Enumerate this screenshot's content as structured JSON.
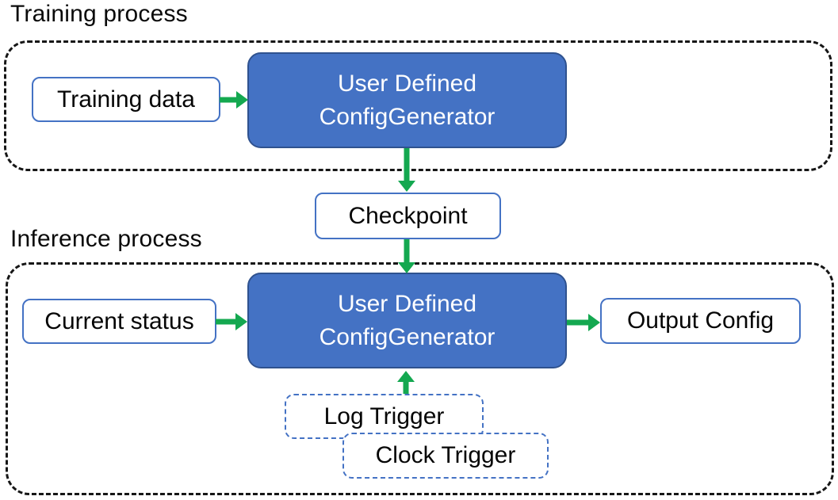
{
  "sections": {
    "training": {
      "label": "Training process"
    },
    "inference": {
      "label": "Inference process"
    }
  },
  "nodes": {
    "training_data": "Training data",
    "training_generator": {
      "line1": "User Defined",
      "line2": "ConfigGenerator"
    },
    "checkpoint": "Checkpoint",
    "current_status": "Current status",
    "inference_generator": {
      "line1": "User Defined",
      "line2": "ConfigGenerator"
    },
    "output_config": "Output Config",
    "log_trigger": "Log Trigger",
    "clock_trigger": "Clock Trigger"
  },
  "colors": {
    "node_fill": "#4472C4",
    "node_border": "#2F528F",
    "light_box_border": "#4472C4",
    "arrow_green": "#14A850",
    "container_border": "#161616",
    "text_light": "#FFFFFF"
  }
}
